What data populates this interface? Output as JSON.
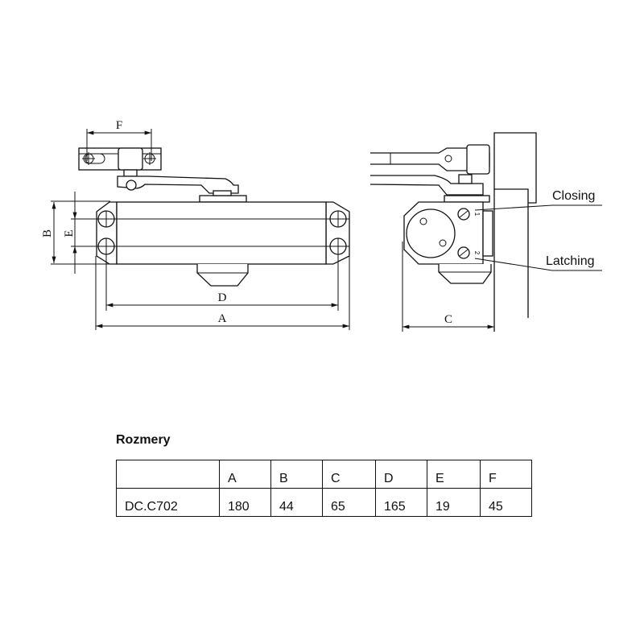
{
  "diagram": {
    "dimension_labels": {
      "A": "A",
      "B": "B",
      "C": "C",
      "D": "D",
      "E": "E",
      "F": "F"
    },
    "callouts": {
      "closing": "Closing",
      "latching": "Latching"
    },
    "adjust_marks": {
      "one": "1",
      "two": "2"
    }
  },
  "table": {
    "title": "Rozmery",
    "headers": [
      "",
      "A",
      "B",
      "C",
      "D",
      "E",
      "F"
    ],
    "rows": [
      [
        "DC.C702",
        "180",
        "44",
        "65",
        "165",
        "19",
        "45"
      ]
    ]
  }
}
